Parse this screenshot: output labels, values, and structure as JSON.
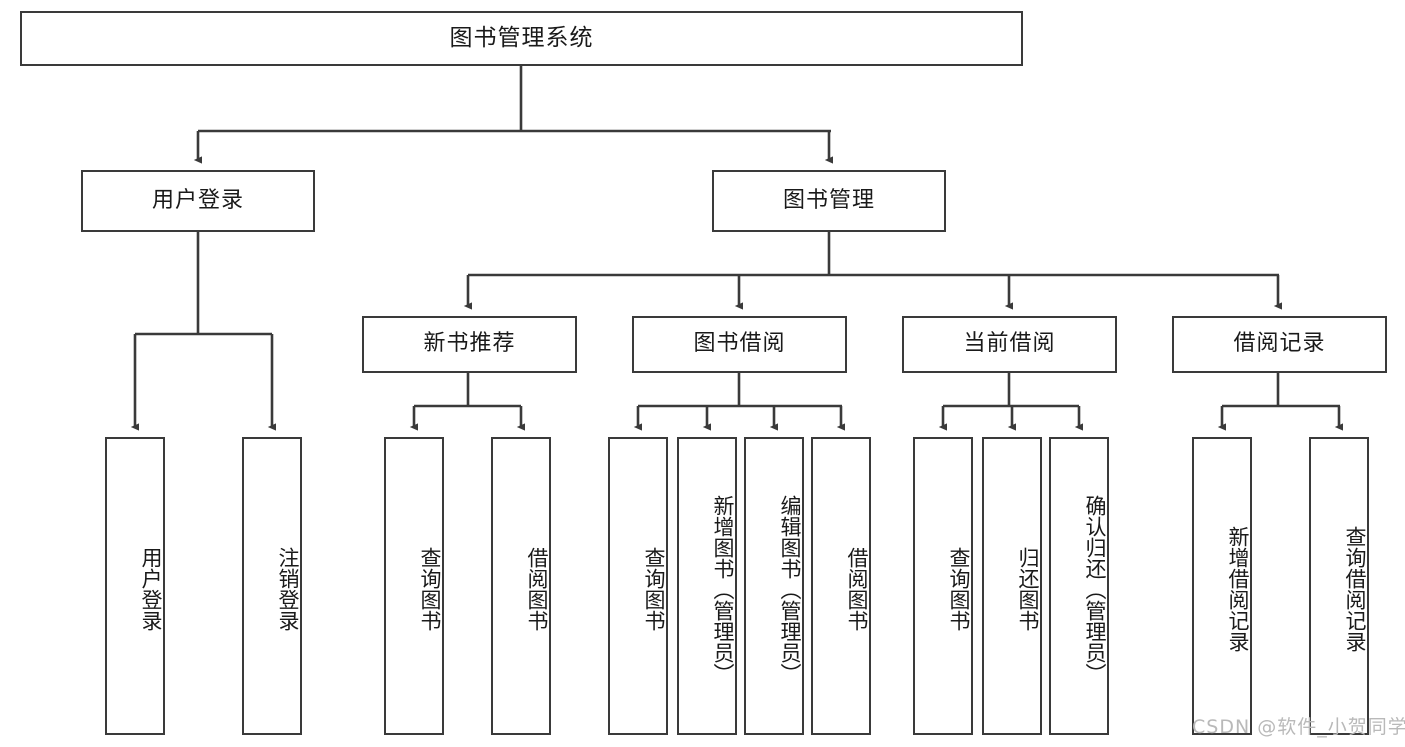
{
  "diagram": {
    "title": "图书管理系统",
    "type": "tree",
    "line_color": "#3a3a3a",
    "box_fill": "#ffffff",
    "text_color": "#1a1a1a",
    "watermark": "CSDN @软件_小贺同学",
    "levels": {
      "root": {
        "label": "图书管理系统"
      },
      "level2": [
        {
          "label": "用户登录"
        },
        {
          "label": "图书管理"
        }
      ],
      "level3": [
        {
          "label": "新书推荐"
        },
        {
          "label": "图书借阅"
        },
        {
          "label": "当前借阅"
        },
        {
          "label": "借阅记录"
        }
      ],
      "leaves": {
        "user_login": [
          {
            "label": "用户登录"
          },
          {
            "label": "注销登录"
          }
        ],
        "new_book_recommend": [
          {
            "label": "查询图书"
          },
          {
            "label": "借阅图书"
          }
        ],
        "book_borrow": [
          {
            "label": "查询图书"
          },
          {
            "label": "新增图书（管理员）"
          },
          {
            "label": "编辑图书（管理员）"
          },
          {
            "label": "借阅图书"
          }
        ],
        "current_borrow": [
          {
            "label": "查询图书"
          },
          {
            "label": "归还图书"
          },
          {
            "label": "确认归还（管理员）"
          }
        ],
        "borrow_record": [
          {
            "label": "新增借阅记录"
          },
          {
            "label": "查询借阅记录"
          }
        ]
      }
    }
  }
}
